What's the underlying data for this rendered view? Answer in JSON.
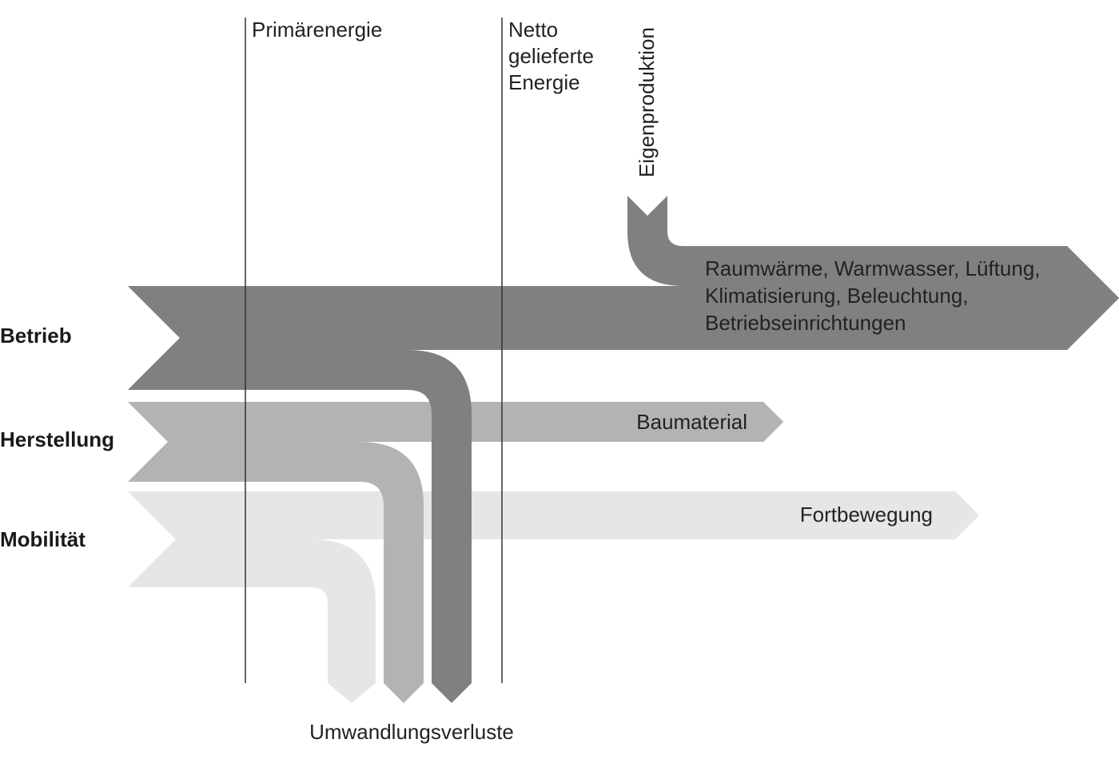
{
  "colors": {
    "betrieb": "#808080",
    "herstellung": "#b3b3b3",
    "mobilitaet": "#e6e6e6",
    "divider": "#333333",
    "text": "#222222"
  },
  "columns": {
    "primary": "Primärenergie",
    "net_lines": [
      "Netto",
      "gelieferte",
      "Energie"
    ],
    "own_production": "Eigenproduktion"
  },
  "categories": {
    "betrieb": "Betrieb",
    "herstellung": "Herstellung",
    "mobilitaet": "Mobilität"
  },
  "outputs": {
    "betrieb_lines": [
      "Raumwärme, Warmwasser, Lüftung,",
      "Klimatisierung, Beleuchtung,",
      "Betriebseinrichtungen"
    ],
    "herstellung": "Baumaterial",
    "mobilitaet": "Fortbewegung"
  },
  "losses": "Umwandlungsverluste"
}
